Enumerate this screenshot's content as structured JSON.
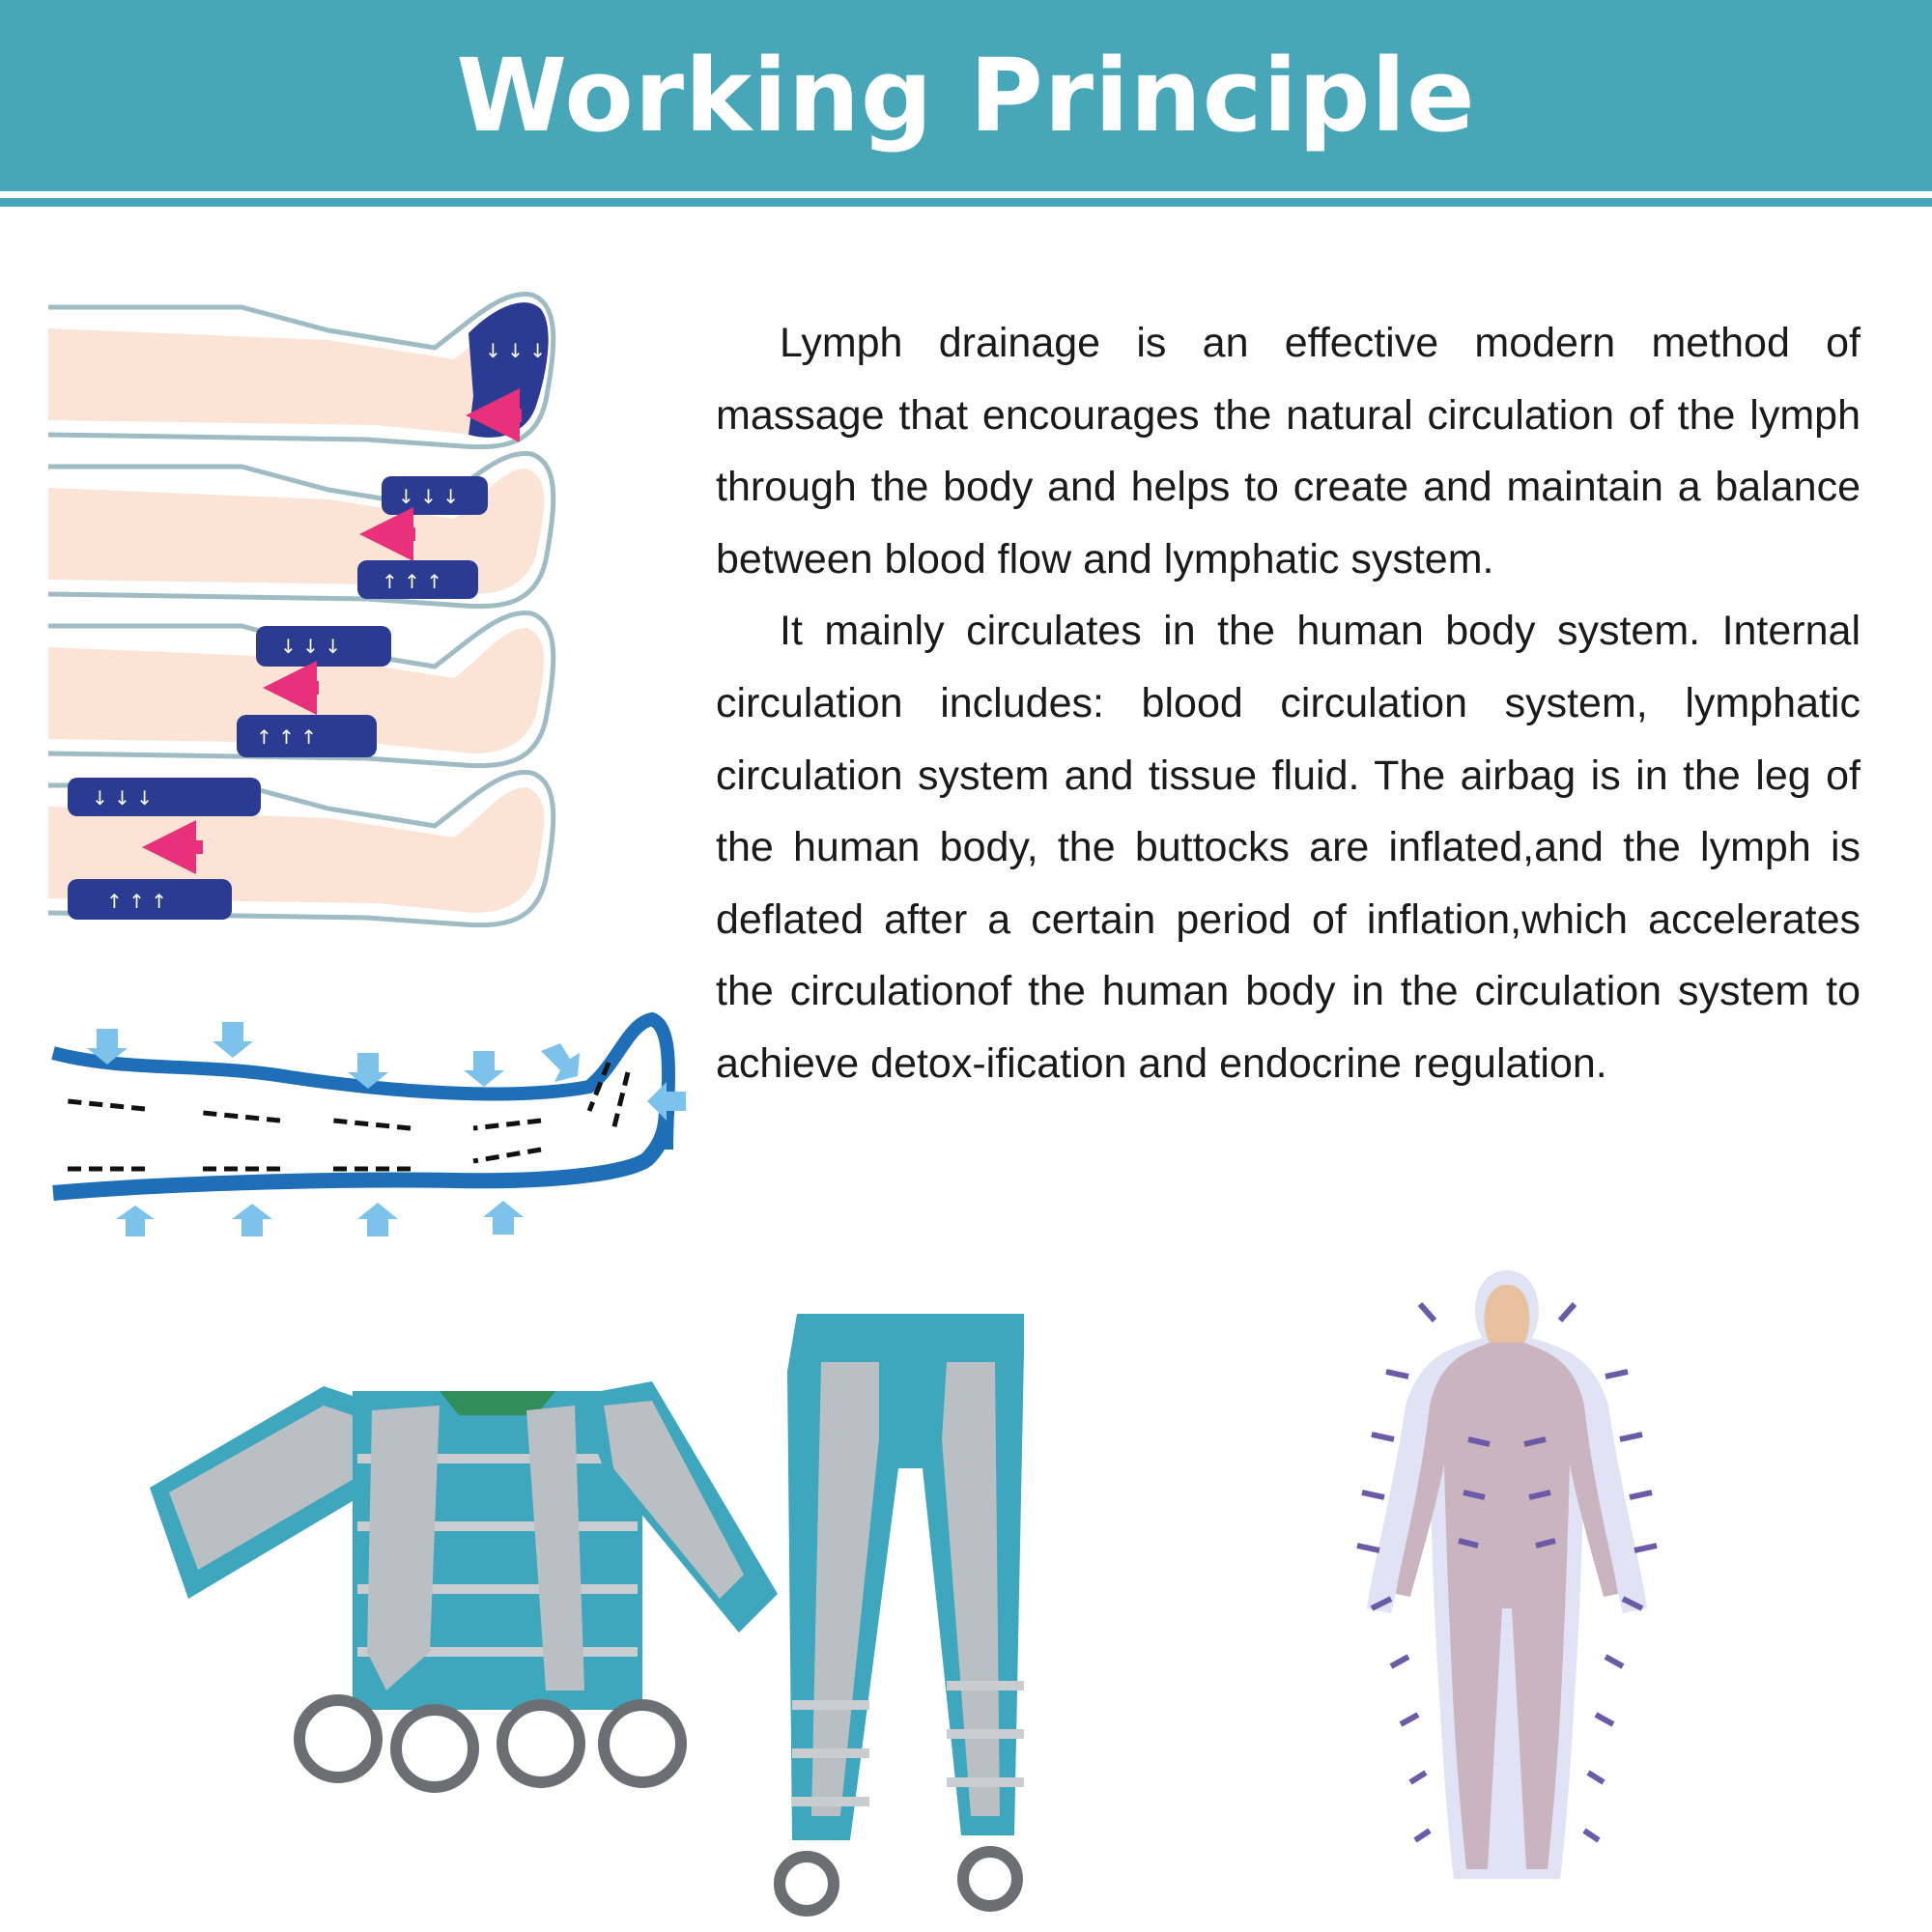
{
  "header": {
    "title": "Working Principle",
    "color": "#47a6b8"
  },
  "paragraphs": [
    "Lymph drainage is an effective modern method of massage that encourages the natural circulation of the lymph through the body and helps to create and maintain a balance between blood flow and lymphatic system.",
    "It mainly circulates in the human body system. Internal circulation includes: blood circulation system, lymphatic circulation system and tissue fluid. The airbag is in the leg of the human body, the buttocks are inflated,and the lymph is deflated after a certain period of inflation,which accelerates the circulationof the human body in the circulation system to achieve detox-ification and endocrine regulation."
  ],
  "colors": {
    "skin": "#fbe3d6",
    "cuff_outline": "#9fbcc4",
    "cuff_fill": "#dfeef1",
    "active_cuff": "#2b3b91",
    "flow_arrow": "#e8317a",
    "tube_blue": "#1f6fb8",
    "pressure_arrow": "#7cc2ea",
    "suit_teal": "#3ea6bd",
    "suit_gray": "#b9bfc3",
    "body_figure": "#c9b4bf",
    "body_arrow": "#6a5aa8"
  },
  "icons": {
    "leg_diagram": "leg-compression-sequence",
    "tube_diagram": "lymph-flow-tube",
    "jacket": "pressotherapy-jacket",
    "pants": "pressotherapy-pants",
    "body": "human-body-pressure"
  }
}
